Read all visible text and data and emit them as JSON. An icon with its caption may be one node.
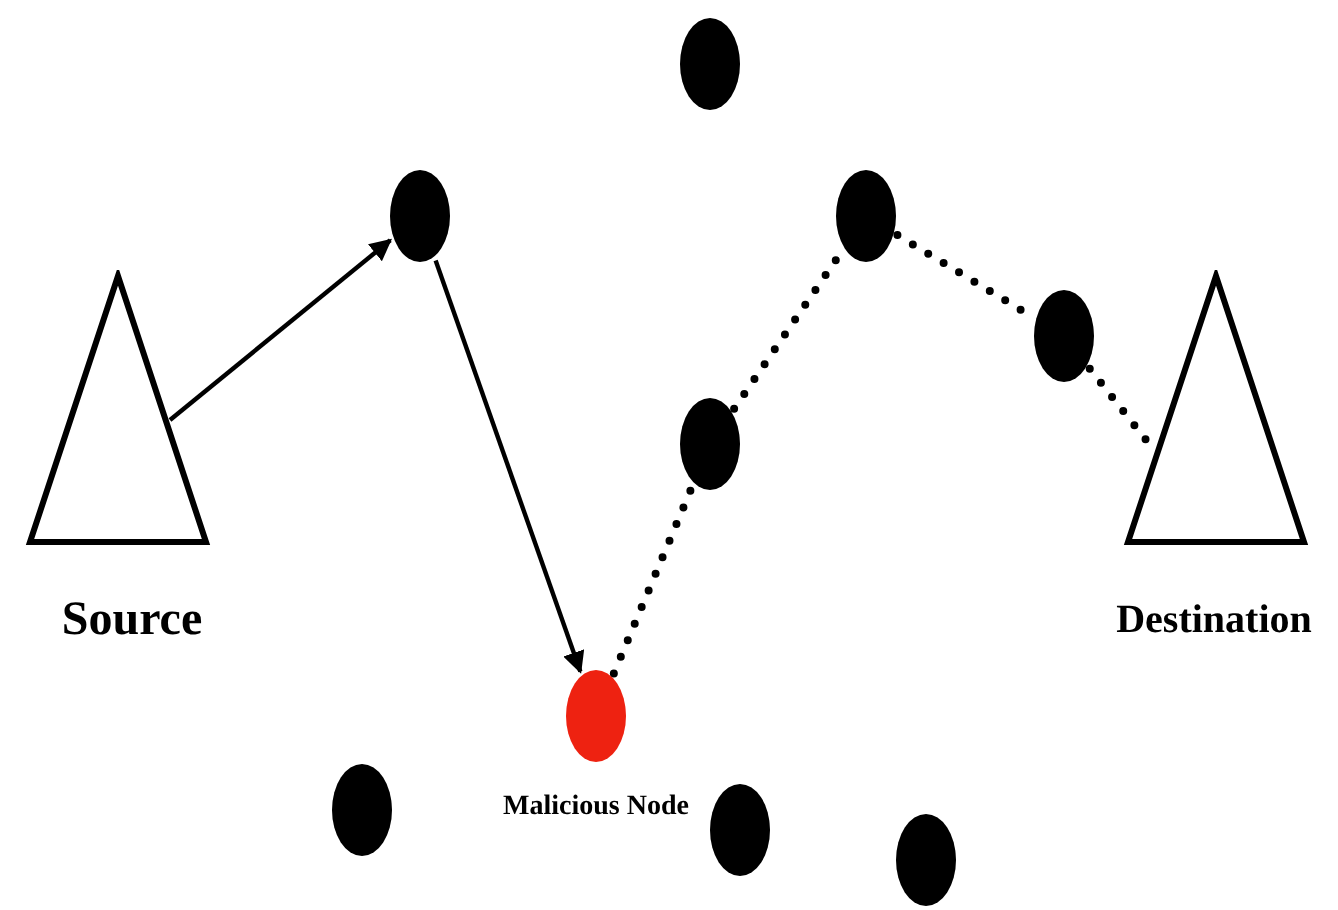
{
  "diagram": {
    "nodes": [
      {
        "text": [],
        "shape": "circle"
      },
      {
        "text": [
          "Source"
        ]
      },
      {
        "text": [],
        "shape": "circle"
      },
      {
        "text": [],
        "shape": "circle"
      },
      {
        "text": [],
        "shape": "circle"
      },
      {
        "text": [
          "Destination"
        ]
      },
      {
        "text": [],
        "shape": "circle"
      },
      {
        "text": [
          "Malicious Node"
        ]
      },
      {
        "text": [],
        "shape": "circle"
      },
      {
        "text": [],
        "shape": "circle"
      },
      {
        "text": [],
        "shape": "circle"
      }
    ],
    "edges": [
      {
        "from": 1,
        "to": 2,
        "arrow": "to"
      },
      {
        "from": 2,
        "to": 7,
        "arrow": "to"
      },
      {
        "from": 7,
        "to": 6,
        "arrow": "none",
        "style": "dashed"
      },
      {
        "from": 6,
        "to": 3,
        "arrow": "none",
        "style": "dashed"
      },
      {
        "from": 3,
        "to": 4,
        "arrow": "none",
        "style": "dashed"
      },
      {
        "from": 4,
        "to": 5,
        "arrow": "none",
        "style": "dashed"
      }
    ]
  }
}
